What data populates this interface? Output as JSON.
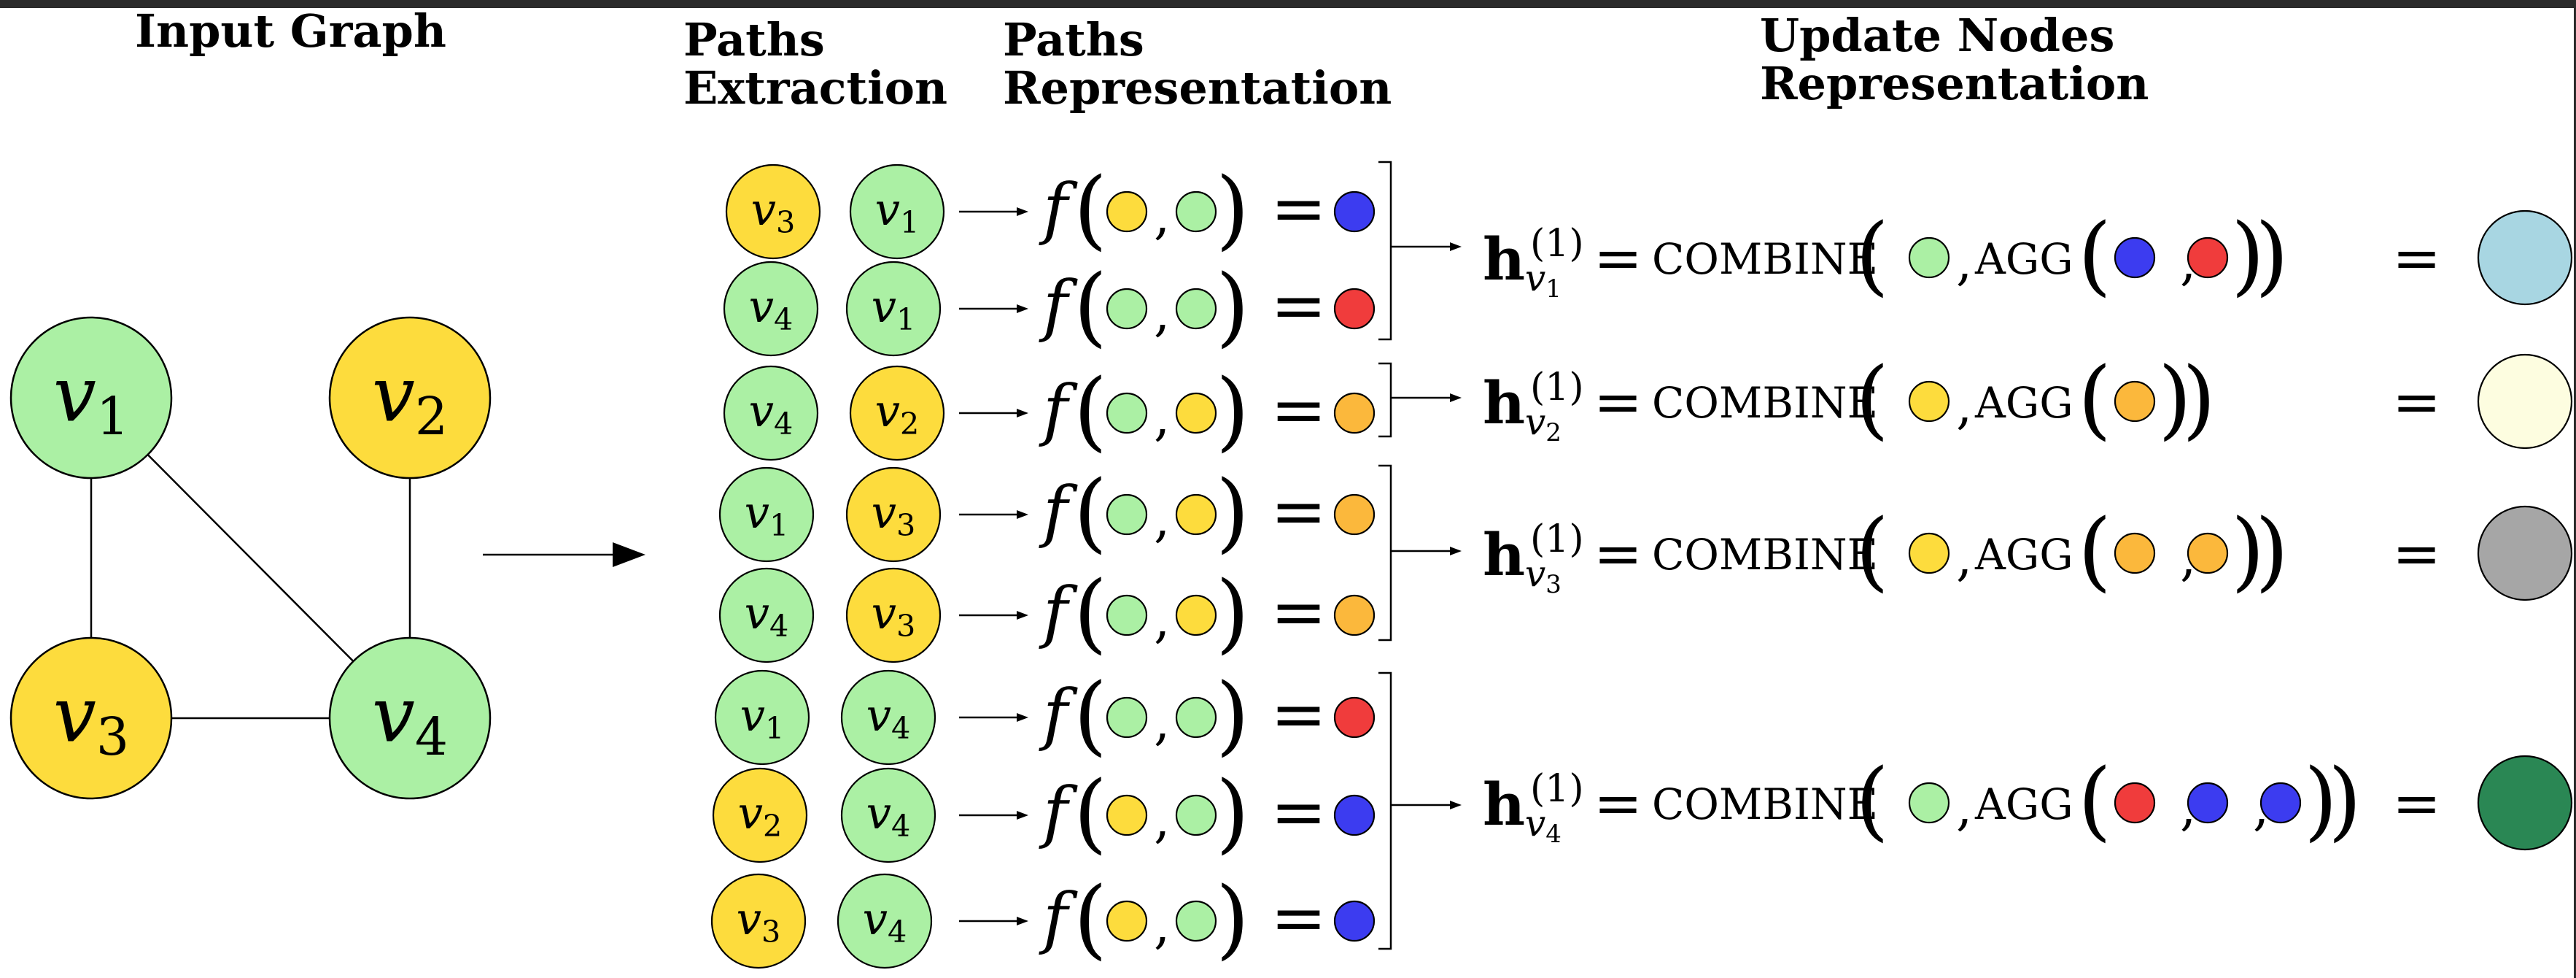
{
  "headers": {
    "input_graph": "Input Graph",
    "paths_extraction": "Paths\nExtraction",
    "paths_representation": "Paths\nRepresentation",
    "update_nodes": "Update Nodes\nRepresentation"
  },
  "colors": {
    "green_node": "#abf0a4",
    "yellow_node": "#fddc3d",
    "blue": "#3c3cf0",
    "red": "#f03c3c",
    "orange": "#fbb83c",
    "light_blue": "#a8d6e2",
    "light_yellow": "#fdfde0",
    "gray": "#a6a6a6",
    "dark_green": "#2a8754"
  },
  "graph": {
    "nodes": [
      {
        "id": "v1",
        "label": "v",
        "sub": "1",
        "color": "green_node"
      },
      {
        "id": "v2",
        "label": "v",
        "sub": "2",
        "color": "yellow_node"
      },
      {
        "id": "v3",
        "label": "v",
        "sub": "3",
        "color": "yellow_node"
      },
      {
        "id": "v4",
        "label": "v",
        "sub": "4",
        "color": "green_node"
      }
    ],
    "edges": [
      [
        "v1",
        "v3"
      ],
      [
        "v1",
        "v4"
      ],
      [
        "v2",
        "v4"
      ],
      [
        "v3",
        "v4"
      ]
    ]
  },
  "paths": [
    {
      "a": {
        "label": "v",
        "sub": "3",
        "color": "yellow_node"
      },
      "b": {
        "label": "v",
        "sub": "1",
        "color": "green_node"
      },
      "in": [
        "yellow_node",
        "green_node"
      ],
      "out": "blue"
    },
    {
      "a": {
        "label": "v",
        "sub": "4",
        "color": "green_node"
      },
      "b": {
        "label": "v",
        "sub": "1",
        "color": "green_node"
      },
      "in": [
        "green_node",
        "green_node"
      ],
      "out": "red"
    },
    {
      "a": {
        "label": "v",
        "sub": "4",
        "color": "green_node"
      },
      "b": {
        "label": "v",
        "sub": "2",
        "color": "yellow_node"
      },
      "in": [
        "green_node",
        "yellow_node"
      ],
      "out": "orange"
    },
    {
      "a": {
        "label": "v",
        "sub": "1",
        "color": "green_node"
      },
      "b": {
        "label": "v",
        "sub": "3",
        "color": "yellow_node"
      },
      "in": [
        "green_node",
        "yellow_node"
      ],
      "out": "orange"
    },
    {
      "a": {
        "label": "v",
        "sub": "4",
        "color": "green_node"
      },
      "b": {
        "label": "v",
        "sub": "3",
        "color": "yellow_node"
      },
      "in": [
        "green_node",
        "yellow_node"
      ],
      "out": "orange"
    },
    {
      "a": {
        "label": "v",
        "sub": "1",
        "color": "green_node"
      },
      "b": {
        "label": "v",
        "sub": "4",
        "color": "green_node"
      },
      "in": [
        "green_node",
        "green_node"
      ],
      "out": "red"
    },
    {
      "a": {
        "label": "v",
        "sub": "2",
        "color": "yellow_node"
      },
      "b": {
        "label": "v",
        "sub": "4",
        "color": "green_node"
      },
      "in": [
        "yellow_node",
        "green_node"
      ],
      "out": "blue"
    },
    {
      "a": {
        "label": "v",
        "sub": "3",
        "color": "yellow_node"
      },
      "b": {
        "label": "v",
        "sub": "4",
        "color": "green_node"
      },
      "in": [
        "yellow_node",
        "green_node"
      ],
      "out": "blue"
    }
  ],
  "function_name": "f",
  "equals": "=",
  "updates": [
    {
      "h": "h",
      "sup": "(1)",
      "sub_v": "v",
      "sub_i": "1",
      "combine": "COMBINE",
      "agg": "AGG",
      "self": "green_node",
      "agg_items": [
        "blue",
        "red"
      ],
      "result": "light_blue"
    },
    {
      "h": "h",
      "sup": "(1)",
      "sub_v": "v",
      "sub_i": "2",
      "combine": "COMBINE",
      "agg": "AGG",
      "self": "yellow_node",
      "agg_items": [
        "orange"
      ],
      "result": "light_yellow"
    },
    {
      "h": "h",
      "sup": "(1)",
      "sub_v": "v",
      "sub_i": "3",
      "combine": "COMBINE",
      "agg": "AGG",
      "self": "yellow_node",
      "agg_items": [
        "orange",
        "orange"
      ],
      "result": "gray"
    },
    {
      "h": "h",
      "sup": "(1)",
      "sub_v": "v",
      "sub_i": "4",
      "combine": "COMBINE",
      "agg": "AGG",
      "self": "green_node",
      "agg_items": [
        "red",
        "blue",
        "blue"
      ],
      "result": "dark_green"
    }
  ]
}
